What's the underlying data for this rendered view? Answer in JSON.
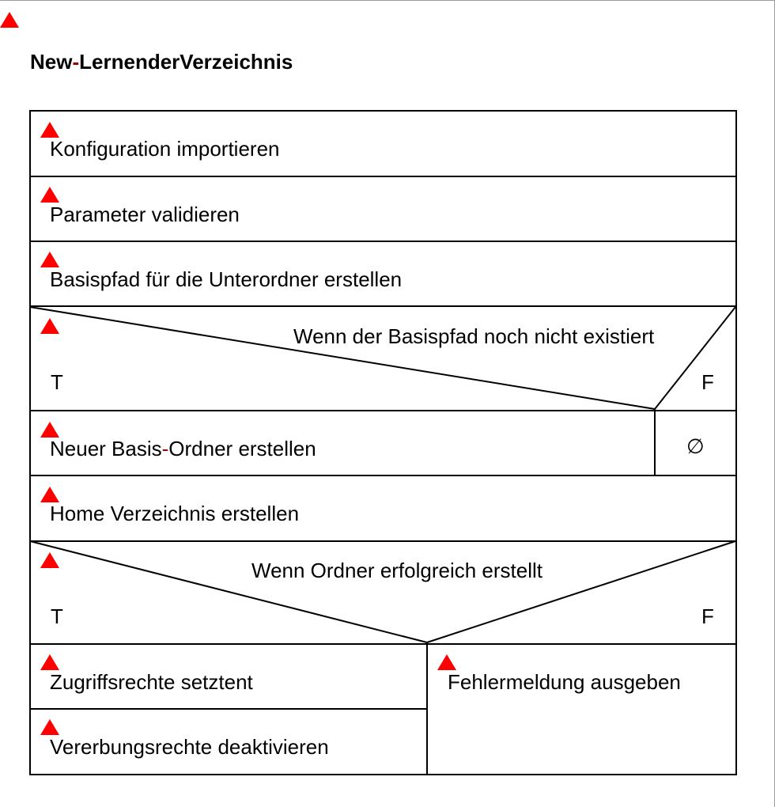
{
  "diagram": {
    "title_part1": "New",
    "title_sep": "-",
    "title_part2": "LernenderVerzeichnis",
    "steps": [
      "Konfiguration importieren",
      "Parameter validieren",
      "Basispfad für die Unterordner erstellen"
    ],
    "decision1": {
      "condition": "Wenn der Basispfad noch nicht existiert",
      "true_label": "T",
      "false_label": "F",
      "true_step_part1": "Neuer Basis",
      "true_step_sep": "-",
      "true_step_part2": "Ordner erstellen",
      "false_step": "∅"
    },
    "step_after": "Home Verzeichnis erstellen",
    "decision2": {
      "condition": "Wenn Ordner erfolgreich erstellt",
      "true_label": "T",
      "false_label": "F",
      "true_steps": [
        "Zugriffsrechte setztent",
        "Vererbungsrechte deaktivieren"
      ],
      "false_step": "Fehlermeldung ausgeben"
    },
    "marker_color": "#ff0000",
    "separator_color": "#a00000"
  }
}
